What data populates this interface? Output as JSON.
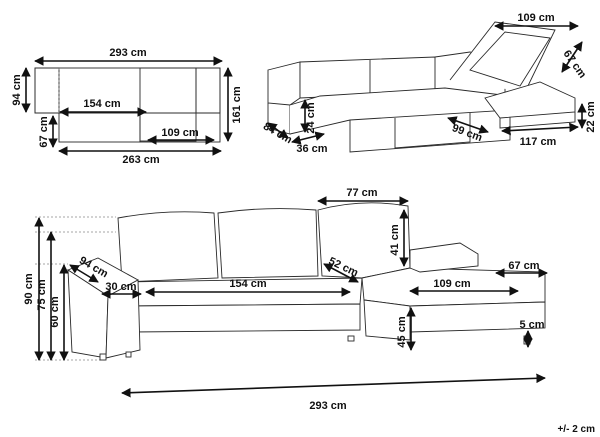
{
  "top_view": {
    "overall_width": "293 cm",
    "depth": "94 cm",
    "chaise_depth": "161 cm",
    "seat_width": "154 cm",
    "chaise_width": "109 cm",
    "seat_depth": "67 cm",
    "base_width": "263 cm"
  },
  "perspective_view": {
    "chaise_top_width": "109 cm",
    "chaise_top_depth": "67 cm",
    "arm_depth": "84 cm",
    "arm_width": "36 cm",
    "height_small": "24 cm",
    "bed_depth": "99 cm",
    "bed_width": "117 cm",
    "leg_height": "22 cm"
  },
  "front_view": {
    "chaise_back_width": "77 cm",
    "back_height": "41 cm",
    "arm_depth": "94 cm",
    "arm_width": "30 cm",
    "seat_width": "154 cm",
    "corner_depth": "52 cm",
    "chaise_depth": "67 cm",
    "chaise_width": "109 cm",
    "overall_height": "90 cm",
    "arm_height": "75 cm",
    "seat_height": "60 cm",
    "chaise_seat_height": "45 cm",
    "foot_height": "5 cm",
    "overall_width": "293 cm"
  },
  "tolerance": "+/- 2 cm"
}
